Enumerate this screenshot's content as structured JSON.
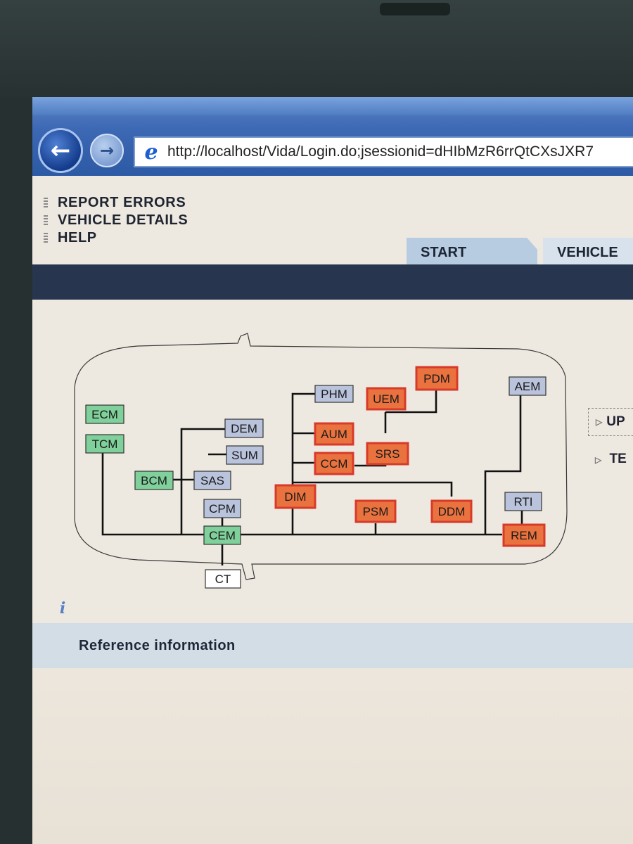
{
  "browser": {
    "url": "http://localhost/Vida/Login.do;jsessionid=dHIbMzR6rrQtCXsJXR7"
  },
  "menu": {
    "items": [
      "REPORT ERRORS",
      "VEHICLE DETAILS",
      "HELP"
    ]
  },
  "tabs": [
    {
      "label": "START"
    },
    {
      "label": "VEHICLE"
    }
  ],
  "side_links": [
    "UP",
    "TE"
  ],
  "reference": {
    "label": "Reference information"
  },
  "diagram": {
    "colors": {
      "green": "#7fd09a",
      "blue": "#b9c3dc",
      "orange": "#e9723e",
      "white": "#ffffff",
      "orange_border": "#d83a2a"
    },
    "nodes": [
      {
        "id": "ECM",
        "label": "ECM",
        "color": "green"
      },
      {
        "id": "TCM",
        "label": "TCM",
        "color": "green"
      },
      {
        "id": "BCM",
        "label": "BCM",
        "color": "green"
      },
      {
        "id": "CEM",
        "label": "CEM",
        "color": "green"
      },
      {
        "id": "DEM",
        "label": "DEM",
        "color": "blue"
      },
      {
        "id": "SUM",
        "label": "SUM",
        "color": "blue"
      },
      {
        "id": "SAS",
        "label": "SAS",
        "color": "blue"
      },
      {
        "id": "CPM",
        "label": "CPM",
        "color": "blue"
      },
      {
        "id": "PHM",
        "label": "PHM",
        "color": "blue"
      },
      {
        "id": "AEM",
        "label": "AEM",
        "color": "blue"
      },
      {
        "id": "RTI",
        "label": "RTI",
        "color": "blue"
      },
      {
        "id": "UEM",
        "label": "UEM",
        "color": "orange"
      },
      {
        "id": "PDM",
        "label": "PDM",
        "color": "orange"
      },
      {
        "id": "AUM",
        "label": "AUM",
        "color": "orange"
      },
      {
        "id": "SRS",
        "label": "SRS",
        "color": "orange"
      },
      {
        "id": "CCM",
        "label": "CCM",
        "color": "orange"
      },
      {
        "id": "DIM",
        "label": "DIM",
        "color": "orange"
      },
      {
        "id": "PSM",
        "label": "PSM",
        "color": "orange"
      },
      {
        "id": "DDM",
        "label": "DDM",
        "color": "orange"
      },
      {
        "id": "REM",
        "label": "REM",
        "color": "orange"
      },
      {
        "id": "CT",
        "label": "CT",
        "color": "white"
      }
    ]
  }
}
